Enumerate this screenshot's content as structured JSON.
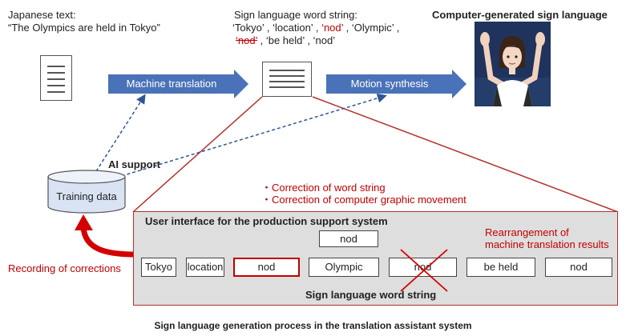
{
  "input": {
    "heading": "Japanese text:",
    "sentence": "“The Olympics are held in Tokyo”"
  },
  "word_string_top": {
    "heading": "Sign language word string:",
    "line1_parts": [
      "‘Tokyo’",
      "‘location’",
      "‘nod’",
      "‘Olympic’"
    ],
    "line2_parts": [
      "‘nod’",
      "‘be held’",
      "‘nod’"
    ],
    "separator": " , "
  },
  "output": {
    "heading": "Computer-generated sign language"
  },
  "process": {
    "machine_translation": "Machine translation",
    "motion_synthesis": "Motion synthesis",
    "ai_support": "AI support",
    "training_data": "Training data"
  },
  "corrections": {
    "item1": "・Correction of word string",
    "item2": "・Correction of computer graphic movement",
    "recording": "Recording of corrections"
  },
  "ui_panel": {
    "title": "User interface for the production support system",
    "note_line1": "Rearrangement of",
    "note_line2": "machine translation results",
    "moved_word": "nod",
    "caption": "Sign language word string",
    "words": [
      "Tokyo",
      "location",
      "nod",
      "Olympic",
      "nod",
      "be held",
      "nod"
    ]
  },
  "footer": "Sign language generation process in the translation assistant system",
  "colors": {
    "arrow_blue": "#4a72b8",
    "accent_red": "#c00000",
    "panel_gray": "#dedede"
  }
}
